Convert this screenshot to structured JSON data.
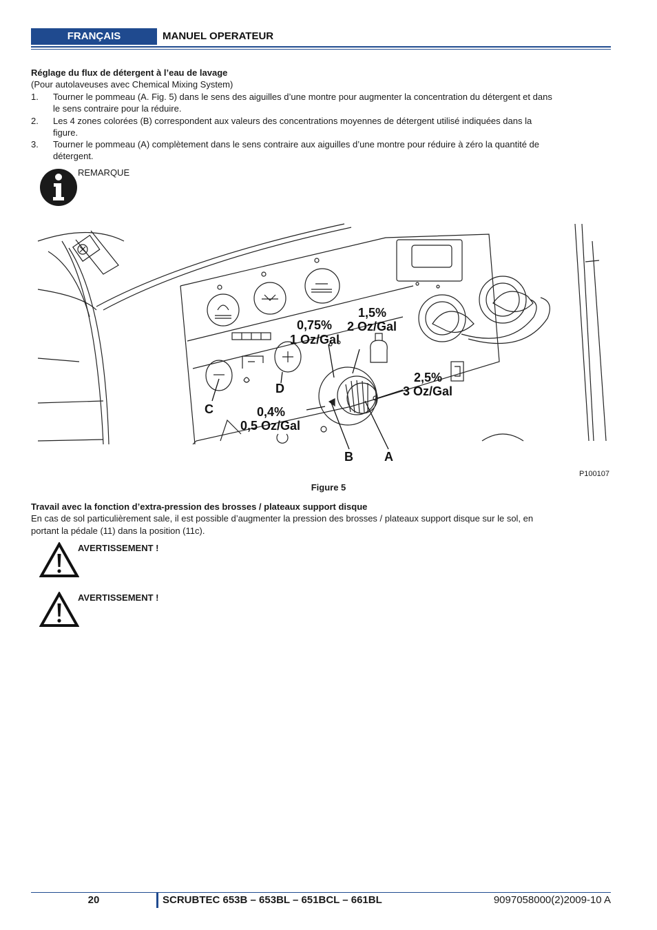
{
  "header": {
    "language": "FRANÇAIS",
    "title": "MANUEL OPERATEUR"
  },
  "section1": {
    "heading": "Réglage du flux de détergent à l’eau de lavage",
    "subtitle": "(Pour autolaveuses avec Chemical Mixing System)",
    "items": [
      {
        "num": "1.",
        "lines": [
          "Tourner le pommeau (A. Fig. 5) dans le sens des aiguilles d’une montre pour augmenter la concentration du détergent et dans",
          "le sens contraire pour la réduire."
        ]
      },
      {
        "num": "2.",
        "lines": [
          "Les 4 zones colorées (B) correspondent aux valeurs des concentrations moyennes de détergent utilisé indiquées dans la",
          "figure."
        ]
      },
      {
        "num": "3.",
        "lines": [
          "Tourner le pommeau (A) complètement dans le sens contraire aux aiguilles d’une montre pour réduire à zéro la quantité de",
          "détergent."
        ]
      }
    ],
    "note_label": "REMARQUE"
  },
  "figure": {
    "labels": {
      "c075": "0,75%",
      "c075_oz": "1 Oz/Gal",
      "c15": "1,5%",
      "c15_oz": "2 Oz/Gal",
      "c25": "2,5%",
      "c25_oz": "3 Oz/Gal",
      "c04": "0,4%",
      "c04_oz": "0,5 Oz/Gal",
      "D": "D",
      "C": "C",
      "B": "B",
      "A": "A"
    },
    "id": "P100107",
    "caption": "Figure 5"
  },
  "section2": {
    "heading": "Travail avec la fonction d’extra-pression des brosses / plateaux support disque",
    "body_lines": [
      "En cas de sol particulièrement sale, il est possible d’augmenter la pression des brosses / plateaux support disque sur le sol, en",
      "portant la pédale (11) dans la position (11c)."
    ],
    "warning1": "AVERTISSEMENT !",
    "warning2": "AVERTISSEMENT !"
  },
  "footer": {
    "page": "20",
    "model": "SCRUBTEC 653B – 653BL – 651BCL – 661BL",
    "doc": "9097058000(2)2009-10 A"
  }
}
